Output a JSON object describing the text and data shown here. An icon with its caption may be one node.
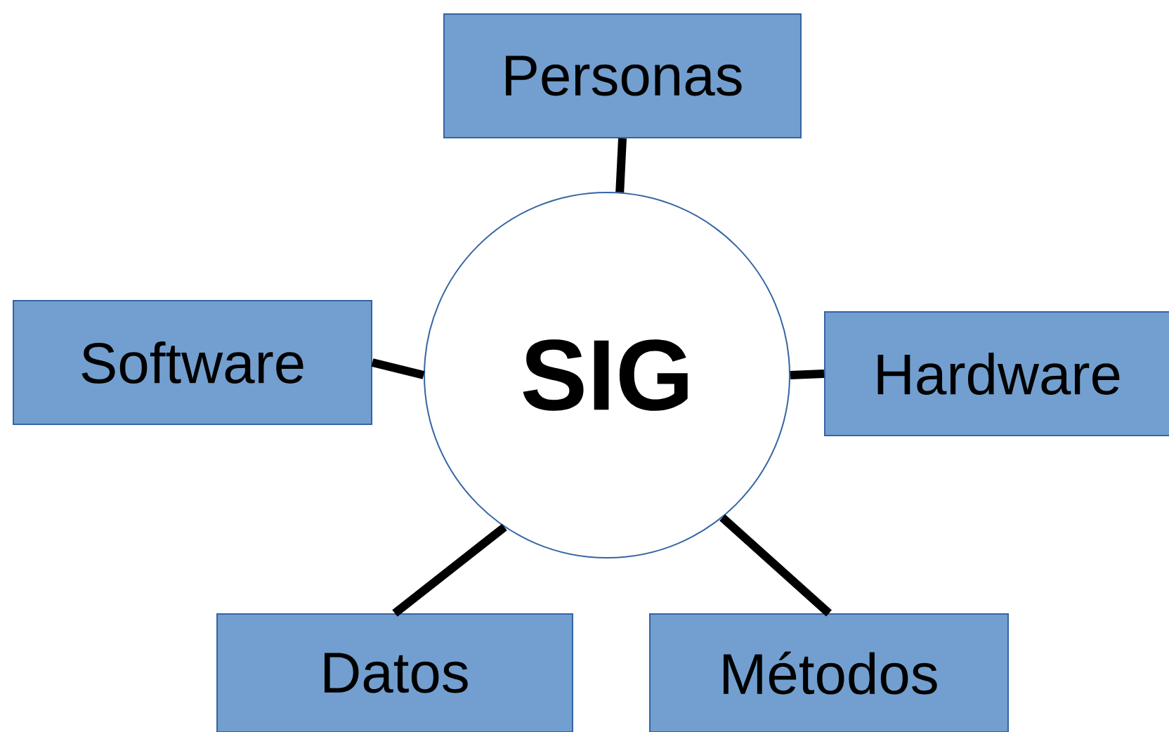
{
  "diagram": {
    "nodes": [
      {
        "text": [
          "Personas"
        ]
      },
      {
        "text": [
          "Software"
        ]
      },
      {
        "text": [
          "SIG"
        ]
      },
      {
        "text": [
          "Hardware"
        ]
      },
      {
        "text": [
          "Datos"
        ]
      },
      {
        "text": [
          "Métodos"
        ]
      }
    ],
    "edges": [
      {
        "from": 2,
        "to": 0,
        "arrow": "none"
      },
      {
        "from": 2,
        "to": 1,
        "arrow": "none"
      },
      {
        "from": 2,
        "to": 3,
        "arrow": "none"
      },
      {
        "from": 2,
        "to": 4,
        "arrow": "none"
      },
      {
        "from": 2,
        "to": 5,
        "arrow": "none"
      }
    ]
  }
}
